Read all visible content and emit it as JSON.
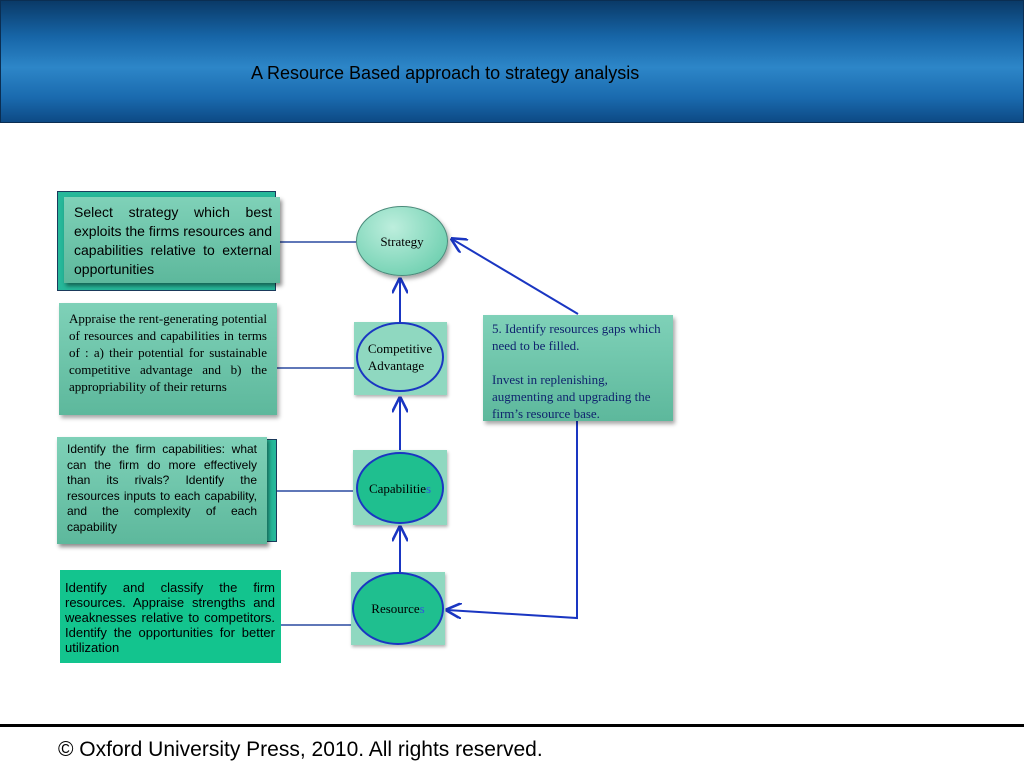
{
  "header": {
    "title": "A Resource Based approach to strategy analysis"
  },
  "boxes": {
    "strategy_box": "Select strategy which best exploits the firms resources and capabilities relative to external opportunities",
    "appraise_box": "Appraise the rent-generating potential of resources and capabilities in terms of : a) their potential for sustainable competitive advantage and b) the appropriability of their returns",
    "capabilities_box": "Identify the firm capabilities: what can the firm do more effectively than its rivals? Identify the resources inputs to each capability, and the complexity of each capability",
    "resources_box": "Identify and classify the firm resources. Appraise strengths and weaknesses relative to competitors. Identify the opportunities for better utilization",
    "gaps_box": {
      "line1": "5. Identify resources gaps which need to be filled.",
      "line2": "Invest in replenishing, augmenting and upgrading the firm’s resource base."
    }
  },
  "nodes": {
    "strategy": "Strategy",
    "competitive_advantage_1": "Competitive",
    "competitive_advantage_2": "Advantage",
    "capabilities_main": "Capabilitie",
    "capabilities_tail": "s",
    "resources_main": "Resource",
    "resources_tail": "s"
  },
  "colors": {
    "header_blue": "#1766a8",
    "box_green": "#6fc4aa",
    "bright_green": "#13c48e",
    "arrow_blue": "#1a36c2"
  },
  "footer": {
    "copyright": "© Oxford University Press, 2010. All rights reserved."
  }
}
